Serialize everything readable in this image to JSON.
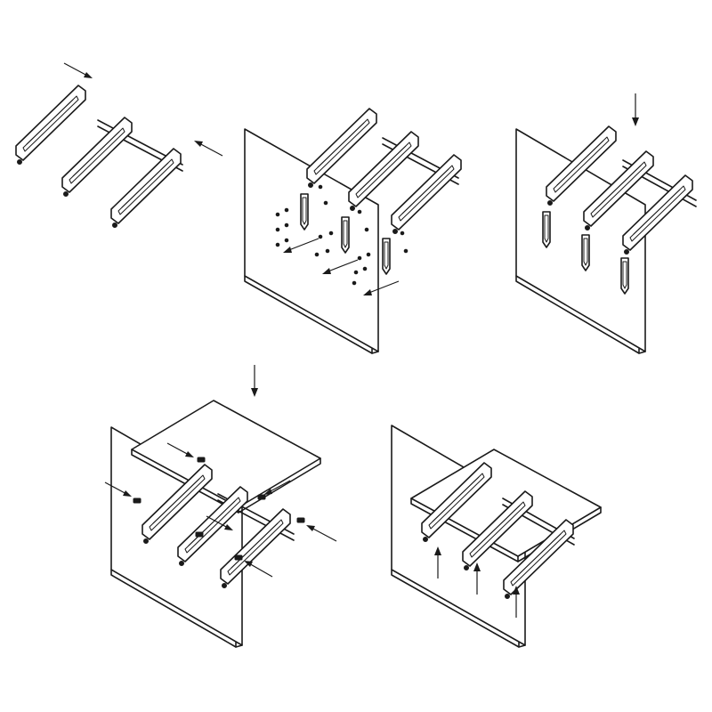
{
  "colors": {
    "line": "#1a1a1a",
    "background": "#ffffff"
  },
  "steps": [
    {
      "step": 1,
      "brackets": 3,
      "wall": false,
      "shelf": false
    },
    {
      "step": 2,
      "brackets": 3,
      "wall": true,
      "shelf": false
    },
    {
      "step": 3,
      "brackets": 3,
      "wall": true,
      "shelf": false
    },
    {
      "step": 4,
      "brackets": 3,
      "wall": true,
      "shelf": true
    },
    {
      "step": 5,
      "brackets": 3,
      "wall": true,
      "shelf": true
    }
  ]
}
